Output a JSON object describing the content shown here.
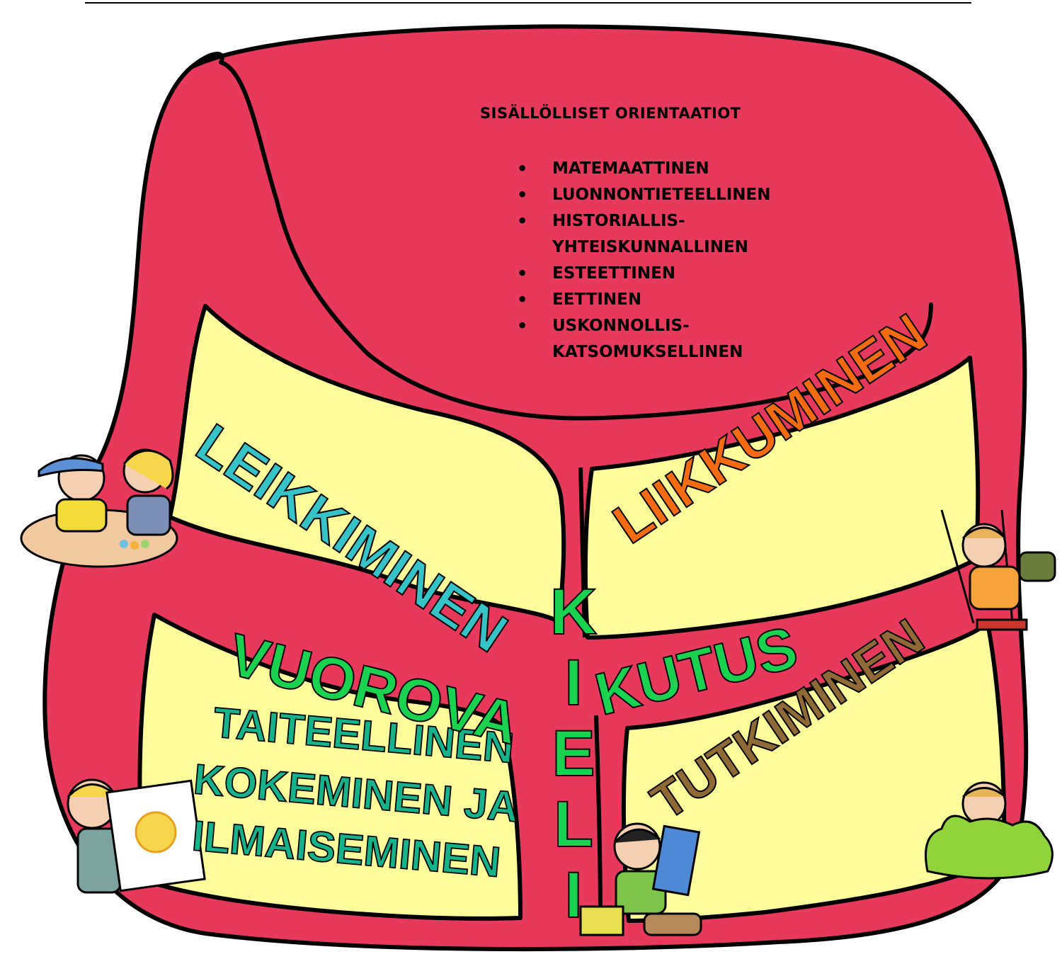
{
  "orientations": {
    "title": "SISÄLLÖLLISET ORIENTAATIOT",
    "items": [
      {
        "lines": [
          "MATEMAATTINEN"
        ]
      },
      {
        "lines": [
          "LUONNONTIETEELLINEN"
        ]
      },
      {
        "lines": [
          "HISTORIALLIS-",
          "YHTEISKUNNALLINEN"
        ]
      },
      {
        "lines": [
          "ESTEETTINEN"
        ]
      },
      {
        "lines": [
          "EETTINEN"
        ]
      },
      {
        "lines": [
          "USKONNOLLIS-",
          "KATSOMUKSELLINEN"
        ]
      }
    ]
  },
  "pockets": {
    "leikkiminen": "LEIKKIMINEN",
    "liikkuminen": "LIIKKUMINEN",
    "taiteellinen": [
      "TAITEELLINEN",
      "KOKEMINEN JA",
      "ILMAISEMINEN"
    ],
    "tutkiminen": "TUTKIMINEN"
  },
  "band": {
    "left": "VUOROVA",
    "right": "KUTUS"
  },
  "vertical": {
    "letters": [
      "K",
      "I",
      "E",
      "L",
      "I"
    ]
  },
  "colors": {
    "backpack": "#e6395c",
    "pocket": "#fdfd9c",
    "outline": "#000000",
    "leikkiminen": "#36c3c7",
    "liikkuminen": "#f56b12",
    "taiteellinen": "#16b28a",
    "tutkiminen": "#8f6a37",
    "band": "#1ad24f"
  }
}
